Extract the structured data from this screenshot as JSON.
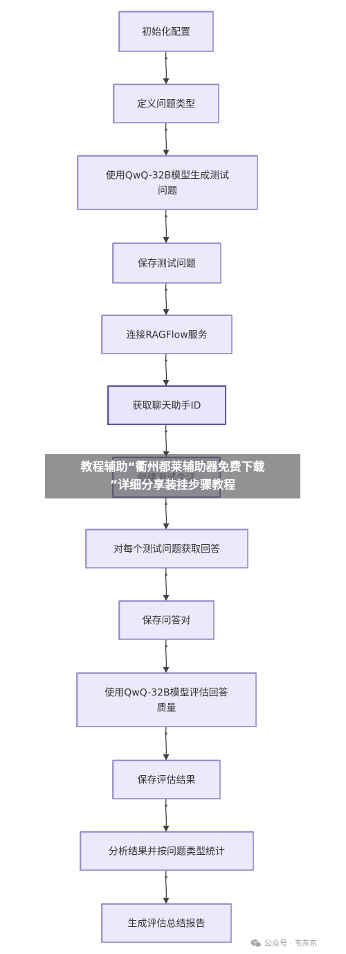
{
  "flowchart": {
    "nodes": [
      {
        "id": "n1",
        "lines": [
          "初始化配置"
        ]
      },
      {
        "id": "n2",
        "lines": [
          "定义问题类型"
        ]
      },
      {
        "id": "n3",
        "lines": [
          "使用QwQ-32B模型生成测试",
          "问题"
        ]
      },
      {
        "id": "n4",
        "lines": [
          "保存测试问题"
        ]
      },
      {
        "id": "n5",
        "lines": [
          "连接RAGFlow服务"
        ]
      },
      {
        "id": "n6",
        "lines": [
          "获取聊天助手ID"
        ]
      },
      {
        "id": "n7",
        "lines": [
          "创建测试会话"
        ]
      },
      {
        "id": "n8",
        "lines": [
          "对每个测试问题获取回答"
        ]
      },
      {
        "id": "n9",
        "lines": [
          "保存问答对"
        ]
      },
      {
        "id": "n10",
        "lines": [
          "使用QwQ-32B模型评估回答",
          "质量"
        ]
      },
      {
        "id": "n11",
        "lines": [
          "保存评估结果"
        ]
      },
      {
        "id": "n12",
        "lines": [
          "分析结果并按问题类型统计"
        ]
      },
      {
        "id": "n13",
        "lines": [
          "生成评估总结报告"
        ]
      }
    ],
    "edges": [
      [
        "n1",
        "n2"
      ],
      [
        "n2",
        "n3"
      ],
      [
        "n3",
        "n4"
      ],
      [
        "n4",
        "n5"
      ],
      [
        "n5",
        "n6"
      ],
      [
        "n6",
        "n7"
      ],
      [
        "n7",
        "n8"
      ],
      [
        "n8",
        "n9"
      ],
      [
        "n9",
        "n10"
      ],
      [
        "n10",
        "n11"
      ],
      [
        "n11",
        "n12"
      ],
      [
        "n12",
        "n13"
      ]
    ]
  },
  "overlay_banner": {
    "line1": "教程辅助“衢州都莱辅助器免费下载",
    "line2": "”详细分享装挂步骤教程"
  },
  "watermark": {
    "icon": "wechat-icon",
    "text": "公众号 · 韦东东"
  }
}
